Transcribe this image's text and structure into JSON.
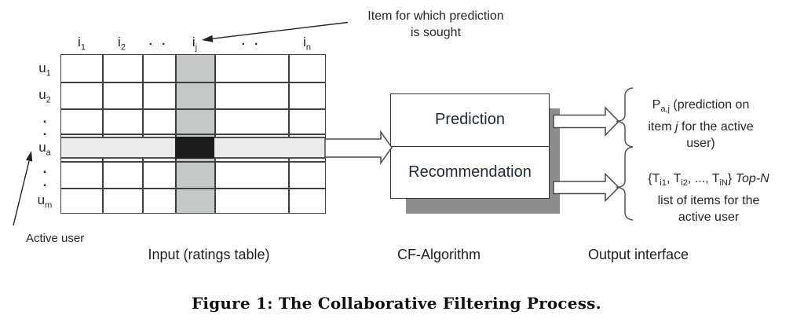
{
  "figure": {
    "caption": "Figure 1: The Collaborative Filtering Process."
  },
  "annotations": {
    "item_pointer": {
      "line1": "Item for which prediction",
      "line2": "is sought"
    },
    "active_user": "Active user"
  },
  "section_labels": {
    "input": "Input (ratings table)",
    "algorithm": "CF-Algorithm",
    "output": "Output interface"
  },
  "matrix": {
    "columns": [
      {
        "base": "i",
        "sub": "1"
      },
      {
        "base": "i",
        "sub": "2"
      },
      {
        "dots": ". ."
      },
      {
        "base": "i",
        "sub": "j"
      },
      {
        "dots": ". ."
      },
      {
        "base": "i",
        "sub": "n"
      }
    ],
    "rows": [
      {
        "base": "u",
        "sub": "1"
      },
      {
        "base": "u",
        "sub": "2"
      },
      {
        "dot": "."
      },
      {
        "dot": "."
      },
      {
        "base": "u",
        "sub": "a"
      },
      {
        "dot": "."
      },
      {
        "dot": "."
      },
      {
        "base": "u",
        "sub": "m"
      }
    ]
  },
  "cf_box": {
    "prediction": "Prediction",
    "recommendation": "Recommendation"
  },
  "outputs": {
    "prediction": {
      "symbol_base": "P",
      "symbol_sub": "a,j",
      "line1_rest": " (prediction on",
      "line2_pre": "item ",
      "line2_italic": "j",
      "line2_post": " for the active",
      "line3": "user)"
    },
    "top_n": {
      "open": "{T",
      "sub1": "i1",
      "mid1": ", T",
      "sub2": "i2",
      "mid2": ", ..., T",
      "sub3": "iN",
      "close": "} ",
      "italic": "Top-N",
      "line2": "list of items for the",
      "line3": "active user"
    }
  },
  "colors": {
    "highlight_column": "#c6c8c7",
    "highlight_row": "#eaeaea",
    "selected_cell": "#1d1d1d",
    "box_shadow": "#8d8d8d",
    "grid_line": "#3f3f3f",
    "text": "#262626"
  }
}
